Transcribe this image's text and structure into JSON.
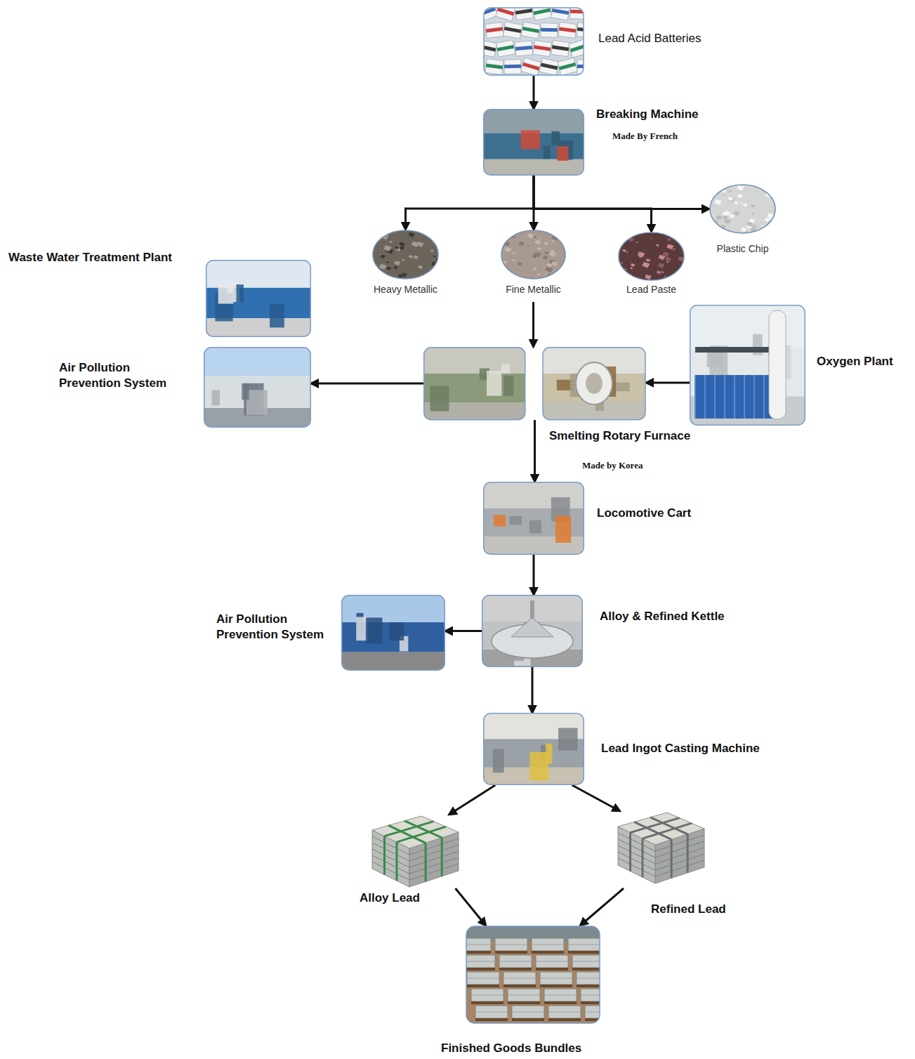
{
  "diagram": {
    "nodes": [
      {
        "text": [
          "Lead Acid Batteries"
        ]
      },
      {
        "text": [
          "Breaking Machine",
          "Made By French"
        ]
      },
      {
        "text": [
          "Heavy Metallic"
        ]
      },
      {
        "text": [
          "Fine Metallic"
        ]
      },
      {
        "text": [
          "Lead Paste"
        ]
      },
      {
        "text": [
          "Plastic Chip"
        ]
      },
      {
        "text": [
          "Waste Water Treatment Plant"
        ]
      },
      {
        "text": [
          "Air Pollution Prevention System"
        ]
      },
      {
        "text": [
          "Smelting Rotary Furnace",
          "Made by Korea"
        ]
      },
      {
        "text": [
          "Oxygen Plant"
        ]
      },
      {
        "text": [
          "Locomotive Cart"
        ]
      },
      {
        "text": [
          "Air Pollution Prevention System"
        ]
      },
      {
        "text": [
          "Alloy & Refined Kettle"
        ]
      },
      {
        "text": [
          "Lead Ingot Casting Machine"
        ]
      },
      {
        "text": [
          "Alloy Lead"
        ]
      },
      {
        "text": [
          "Refined Lead"
        ]
      },
      {
        "text": [
          "Finished Goods Bundles"
        ]
      }
    ],
    "edges": [
      {
        "from": 0,
        "to": 1,
        "arrow": "to"
      },
      {
        "from": 1,
        "to": 2,
        "arrow": "to"
      },
      {
        "from": 1,
        "to": 3,
        "arrow": "to"
      },
      {
        "from": 1,
        "to": 4,
        "arrow": "to"
      },
      {
        "from": 1,
        "to": 5,
        "arrow": "to"
      },
      {
        "from": 3,
        "to": 8,
        "arrow": "to"
      },
      {
        "from": 8,
        "to": 7,
        "arrow": "to"
      },
      {
        "from": 9,
        "to": 8,
        "arrow": "to"
      },
      {
        "from": 8,
        "to": 10,
        "arrow": "to"
      },
      {
        "from": 10,
        "to": 12,
        "arrow": "to"
      },
      {
        "from": 12,
        "to": 11,
        "arrow": "to"
      },
      {
        "from": 12,
        "to": 13,
        "arrow": "to"
      },
      {
        "from": 13,
        "to": 14,
        "arrow": "to"
      },
      {
        "from": 13,
        "to": 15,
        "arrow": "to"
      },
      {
        "from": 14,
        "to": 16,
        "arrow": "to"
      },
      {
        "from": 15,
        "to": 16,
        "arrow": "to"
      }
    ]
  }
}
